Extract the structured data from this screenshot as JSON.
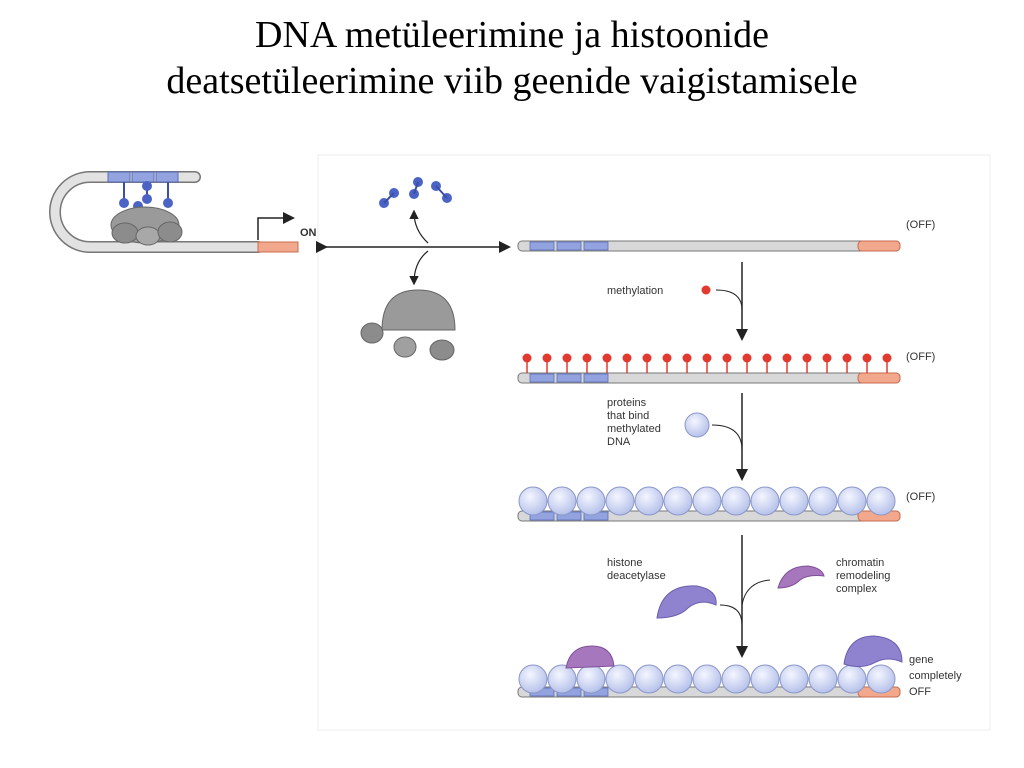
{
  "slide": {
    "title_line1": "DNA metüleerimine ja histoonide",
    "title_line2": "deatsetüleerimine viib geenide vaigistamisele"
  },
  "figure": {
    "on_label": "ON",
    "off_label": "(OFF)",
    "methylation_label": "methylation",
    "binding_proteins_label": [
      "proteins",
      "that bind",
      "methylated",
      "DNA"
    ],
    "histone_deacetylase_label": [
      "histone",
      "deacetylase"
    ],
    "chromatin_remodeling_label": [
      "chromatin",
      "remodeling",
      "complex"
    ],
    "gene_off_label": [
      "gene",
      "completely",
      "OFF"
    ],
    "colors": {
      "strand": "#d8d8d8",
      "strand_outline": "#777777",
      "blue_region": "#93a3e0",
      "promoter": "#f2a88c",
      "methyl": "#e23a2e",
      "binding_protein": "#cdd6f4",
      "purple_complex": "#8f83cf",
      "remodeler": "#a777bd",
      "gray_complex": "#9a9a9a"
    }
  }
}
